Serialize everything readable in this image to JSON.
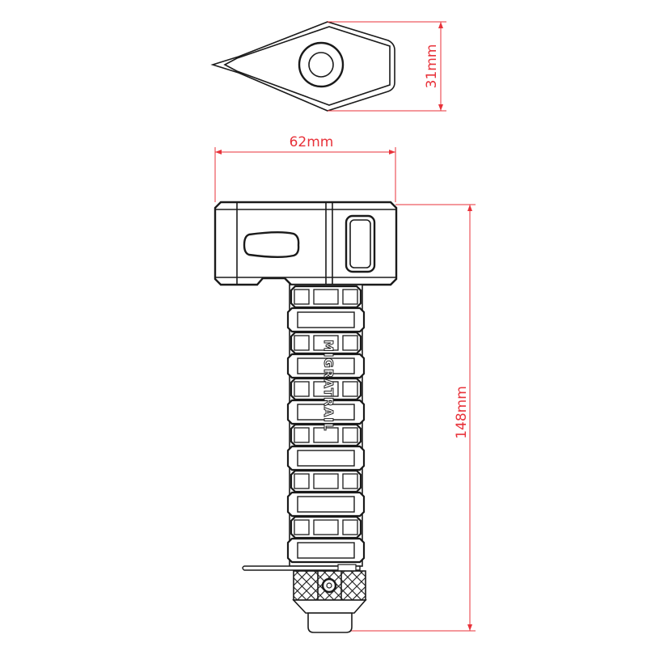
{
  "dimensions": {
    "depth_label": "31mm",
    "width_label": "62mm",
    "height_label": "148mm"
  },
  "brand": "MIGRATRAIL",
  "colors": {
    "dimension": "#e8323a",
    "outline": "#1a1a1a"
  }
}
